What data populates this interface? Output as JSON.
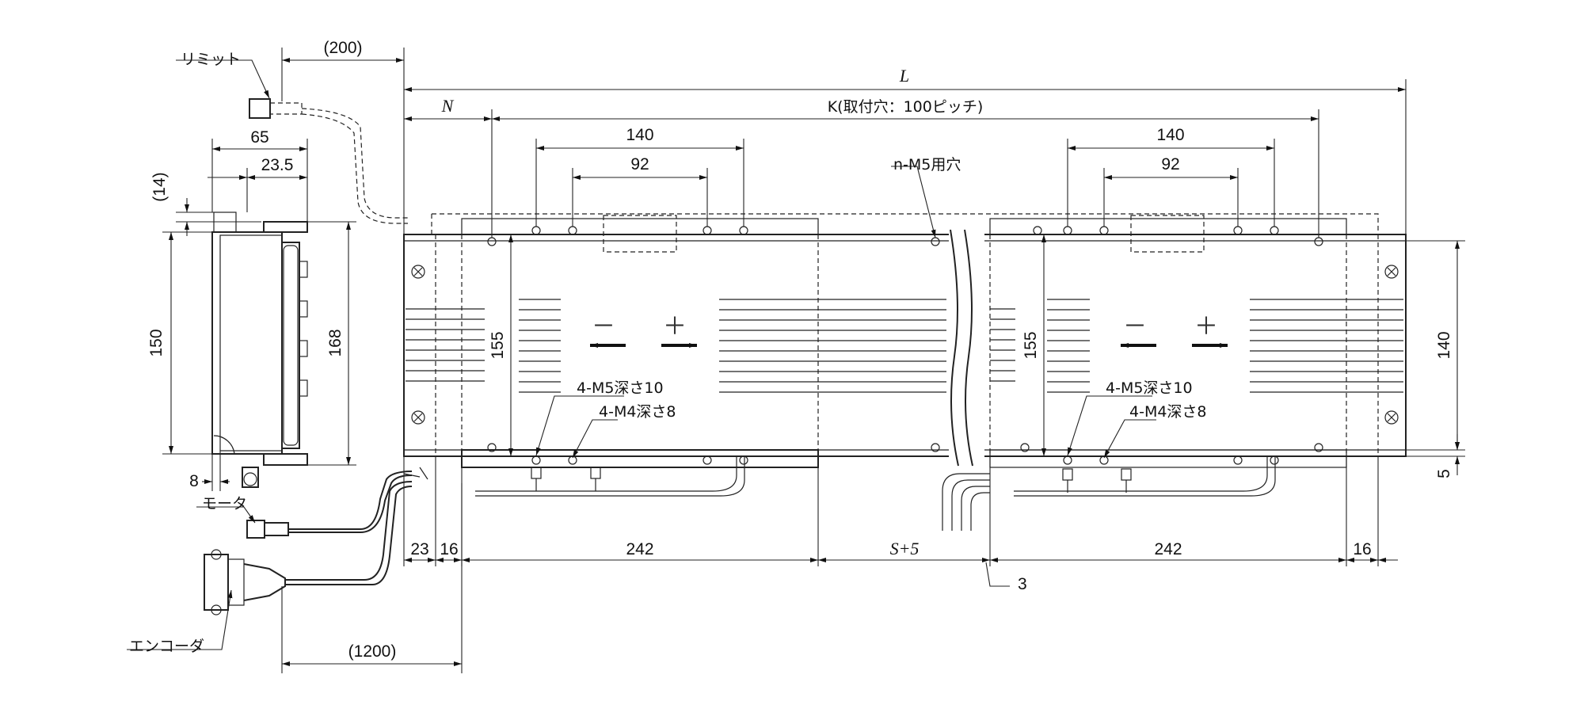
{
  "labels": {
    "limit": "リミット",
    "motor": "モータ",
    "encoder": "エンコーダ",
    "n_holes": "n-M5用穴",
    "k_pitch": "K(取付穴：100ピッチ)",
    "m5_left": "4-M5深さ10",
    "m4_left": "4-M4深さ8",
    "m5_right": "4-M5深さ10",
    "m4_right": "4-M4深さ8",
    "minus_left": "－",
    "plus_left": "＋",
    "minus_right": "－",
    "plus_right": "＋"
  },
  "dims": {
    "d200": "(200)",
    "L": "L",
    "N": "N",
    "d65": "65",
    "d23_5": "23.5",
    "d14": "(14)",
    "d150": "150",
    "d168": "168",
    "d8": "8",
    "d155_left": "155",
    "d155_right": "155",
    "d140_top_left": "140",
    "d92_left": "92",
    "d140_top_right": "140",
    "d92_right": "92",
    "d140_side": "140",
    "d5": "5",
    "d23": "23",
    "d16_left": "16",
    "d242_left": "242",
    "s5": "S+5",
    "d242_right": "242",
    "d16_right": "16",
    "d3": "3",
    "d1200": "(1200)"
  },
  "colors": {
    "line": "#222222",
    "background": "#ffffff"
  }
}
